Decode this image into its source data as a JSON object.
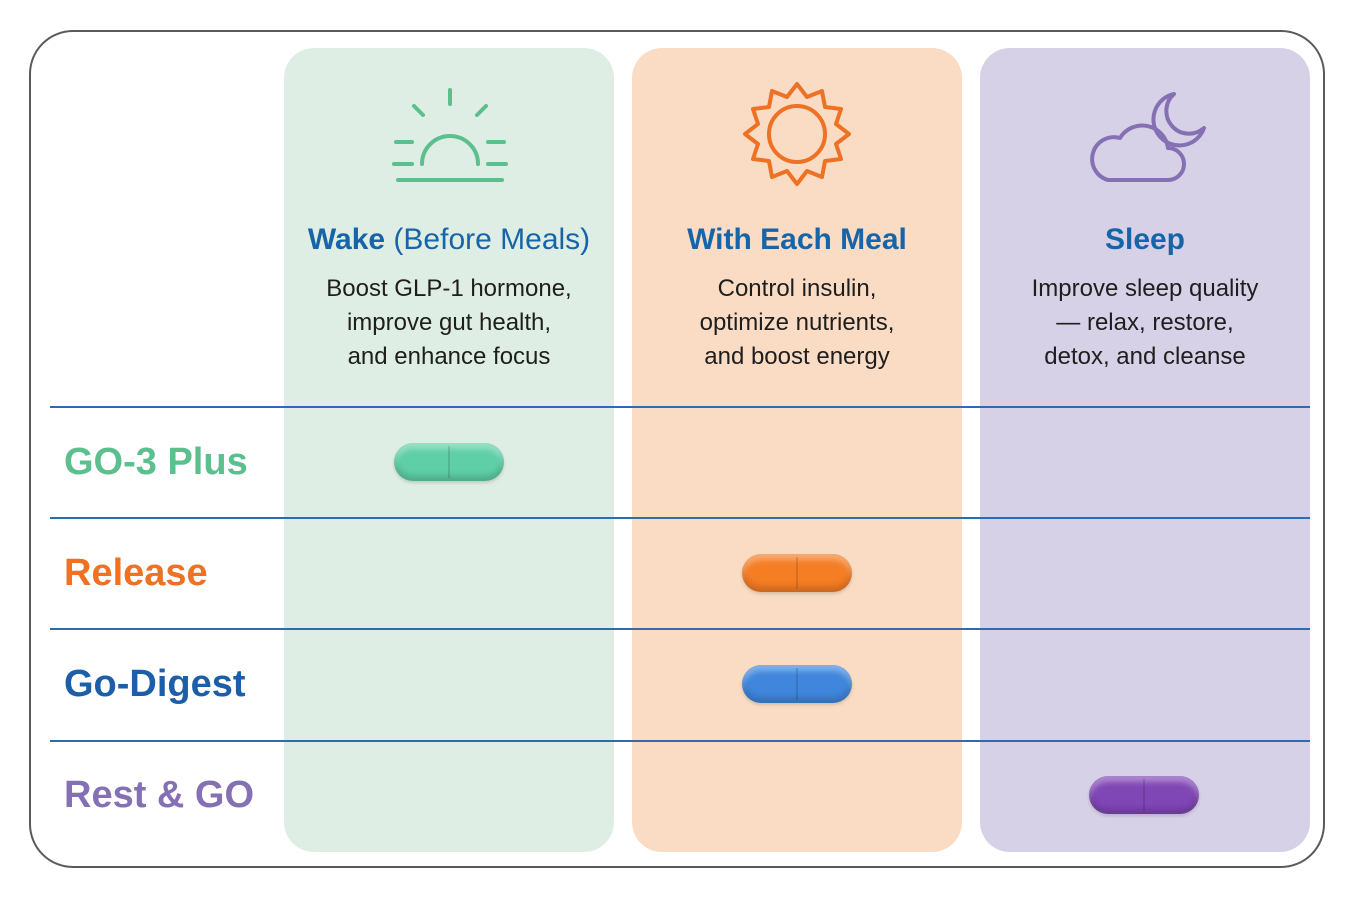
{
  "colors": {
    "wake_bg": "#dfeee4",
    "meal_bg": "#fadcc4",
    "sleep_bg": "#d7d1e7",
    "blue_text": "#1765a8",
    "line": "#2f6bb0",
    "green_label": "#5cbf8e",
    "orange_label": "#ee7124",
    "blue_label": "#1d5ea8",
    "purple_label": "#8470b3",
    "green_capsule": "#5fcfa8",
    "orange_capsule": "#f57d24",
    "blue_capsule": "#3f86dc",
    "purple_capsule": "#7f46b5"
  },
  "columns": [
    {
      "icon": "sunrise-icon",
      "title": "Wake",
      "title_suffix": " (Before Meals)",
      "desc": [
        "Boost GLP-1 hormone,",
        "improve gut health,",
        "and enhance focus"
      ]
    },
    {
      "icon": "sun-icon",
      "title": "With Each Meal",
      "title_suffix": "",
      "desc": [
        "Control insulin,",
        "optimize nutrients,",
        "and boost energy"
      ]
    },
    {
      "icon": "moon-cloud-icon",
      "title": "Sleep",
      "title_suffix": "",
      "desc": [
        "Improve sleep quality",
        "— relax, restore,",
        "detox, and cleanse"
      ]
    }
  ],
  "rows": [
    {
      "label": "GO-3 Plus",
      "timing": "Wake",
      "capsule": "green-capsule-icon"
    },
    {
      "label": "Release",
      "timing": "With Each Meal",
      "capsule": "orange-capsule-icon"
    },
    {
      "label": "Go-Digest",
      "timing": "With Each Meal",
      "capsule": "blue-capsule-icon"
    },
    {
      "label": "Rest & GO",
      "timing": "Sleep",
      "capsule": "purple-capsule-icon"
    }
  ]
}
